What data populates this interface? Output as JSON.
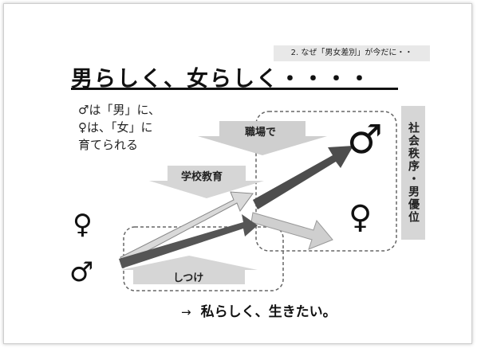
{
  "slide": {
    "section_tag": "2. なぜ「男女差別」が今だに・・",
    "title": "男らしく、女らしく・・・・",
    "intro_lines": [
      "♂は「男」に、",
      "♀は、「女」に",
      "育てられる"
    ],
    "labels": {
      "shokuba": "職場で",
      "gakko": "学校教育",
      "shitsuke": "しつけ"
    },
    "symbols": {
      "female": "♀",
      "male": "♂"
    },
    "side_label": "社会秩序・男優位",
    "conclusion_arrow": "→",
    "conclusion": "私らしく、生きたい。"
  }
}
